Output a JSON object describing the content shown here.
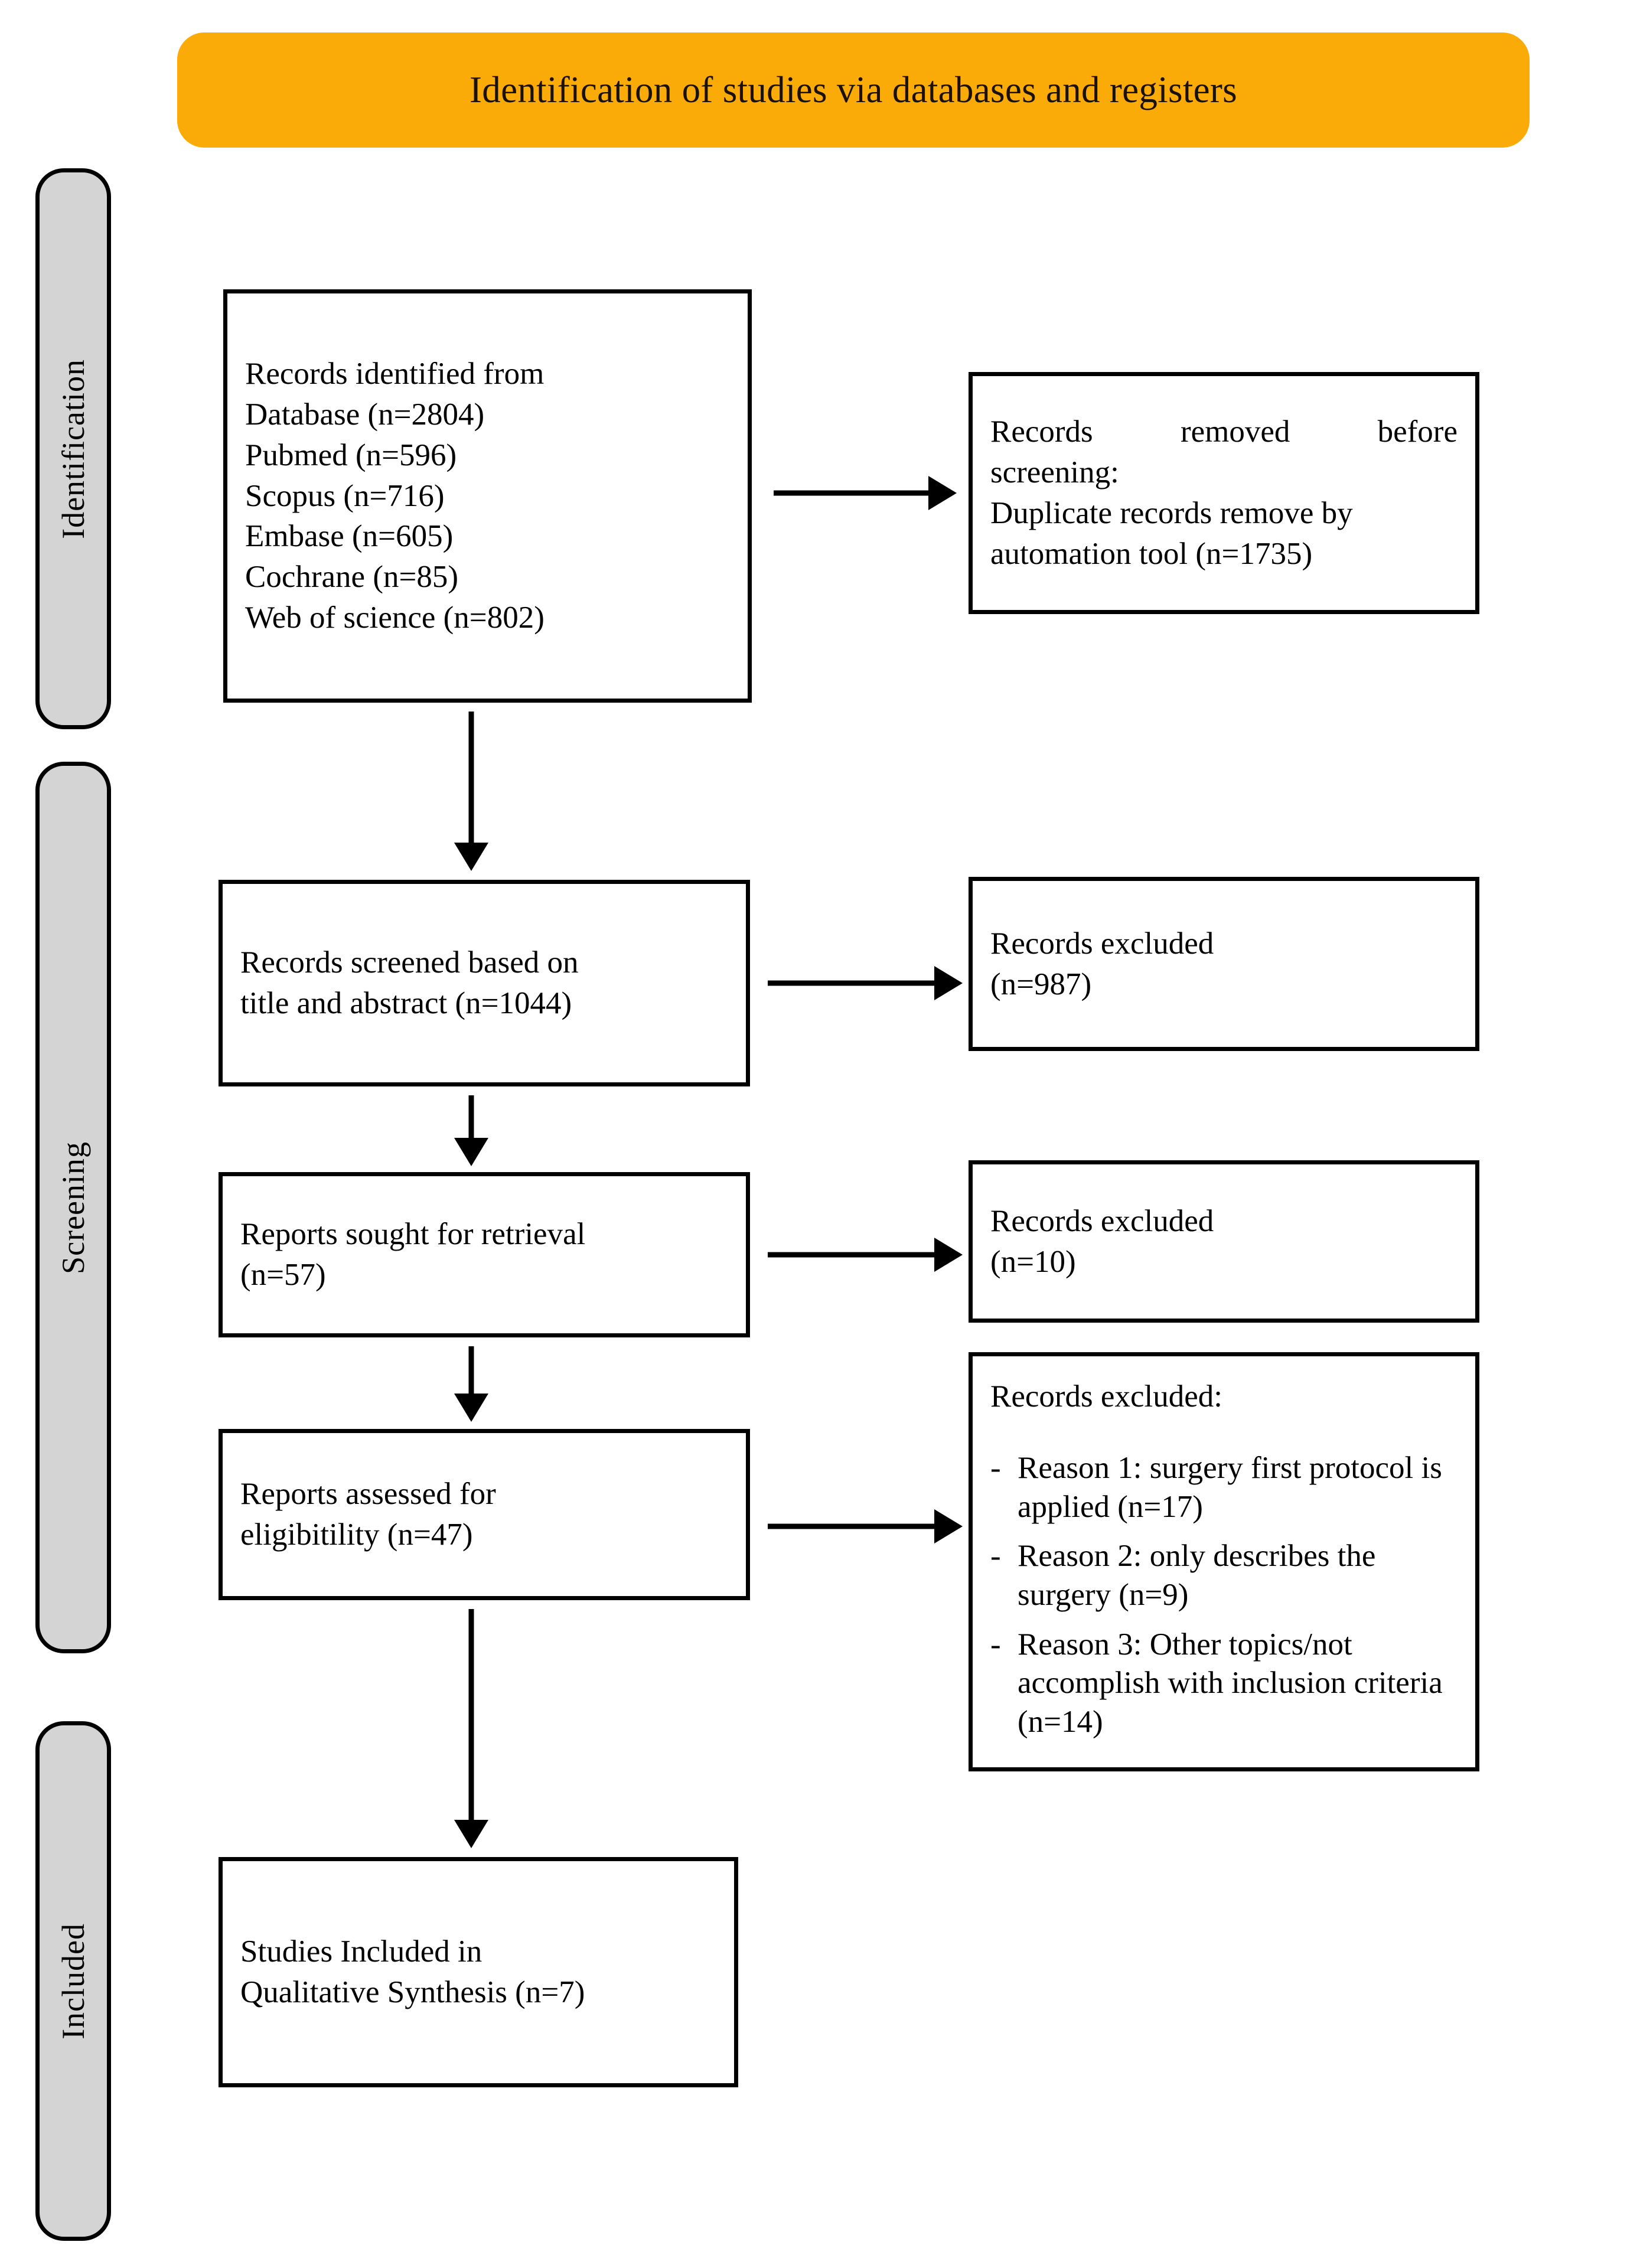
{
  "banner": {
    "title": "Identification of studies via databases and registers"
  },
  "phases": [
    {
      "id": "identification",
      "label": "Identification"
    },
    {
      "id": "screening",
      "label": "Screening"
    },
    {
      "id": "included",
      "label": "Included"
    }
  ],
  "boxes": {
    "identified": {
      "lines": [
        "Records identified from",
        "Database (n=2804)",
        "Pubmed (n=596)",
        "Scopus (n=716)",
        "Embase (n=605)",
        "Cochrane (n=85)",
        "Web of science (n=802)"
      ]
    },
    "removed": {
      "line1_a": "Records",
      "line1_b": "removed",
      "line1_c": "before",
      "line2": "screening:",
      "line3": "Duplicate records remove by",
      "line4": "automation tool (n=1735)"
    },
    "screened": {
      "lines": [
        "Records screened based on",
        "title and abstract (n=1044)"
      ]
    },
    "excluded_1": {
      "lines": [
        "Records excluded",
        "(n=987)"
      ]
    },
    "sought": {
      "lines": [
        "Reports sought for retrieval",
        "(n=57)"
      ]
    },
    "excluded_2": {
      "lines": [
        "Records excluded",
        "(n=10)"
      ]
    },
    "assessed": {
      "lines": [
        "Reports assessed for",
        "eligibitility (n=47)"
      ]
    },
    "reasons": {
      "title": "Records excluded:",
      "items": [
        {
          "marker": "-",
          "text": "Reason 1: surgery first protocol is applied (n=17)"
        },
        {
          "marker": "-",
          "text": "Reason 2: only describes the surgery (n=9)"
        },
        {
          "marker": "-",
          "text": "Reason 3: Other topics/not accomplish with inclusion criteria (n=14)"
        }
      ]
    },
    "included": {
      "lines": [
        "Studies Included in",
        "Qualitative Synthesis (n=7)"
      ]
    }
  },
  "colors": {
    "banner_background": "#FBAB08",
    "phase_background": "#D4D4D4",
    "stroke": "#000000",
    "box_background": "#FFFFFF"
  }
}
